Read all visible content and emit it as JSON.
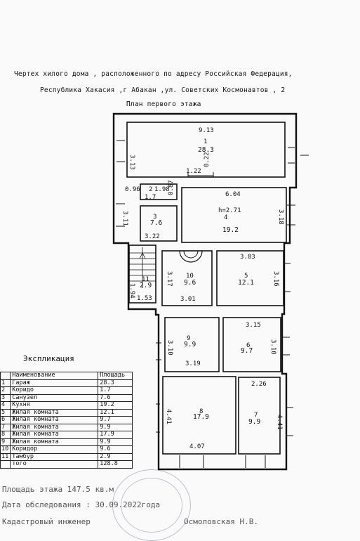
{
  "header": {
    "line1": "Чертех хилого дома , расположенного по адресу Российская Федерация,",
    "line2": "Республика Хакасия ,г Абакан ,ул. Советских Космонавтов , 2",
    "line3": "План первого этажа"
  },
  "rooms": {
    "garage": {
      "num": "1",
      "area": "28.3",
      "w": "9.13",
      "h": "3.13"
    },
    "door": {
      "w": "1.22",
      "h": "0.22"
    },
    "corridor": {
      "num": "2",
      "area": "1.7",
      "w1": "0.96",
      "w2": "1.98",
      "h": "0.87"
    },
    "bath": {
      "num": "3",
      "area": "7.6",
      "w": "3.22",
      "h": "3.11"
    },
    "kitchen": {
      "num": "4",
      "area": "19.2",
      "w": "6.04",
      "h": "3.18",
      "height": "h=2.71"
    },
    "living5": {
      "num": "5",
      "area": "12.1",
      "w": "3.83",
      "h": "3.16"
    },
    "living6": {
      "num": "6",
      "area": "9.7",
      "w": "3.15",
      "h": "3.10"
    },
    "living7": {
      "num": "7",
      "area": "9.9",
      "w": "2.26",
      "h": "4.41"
    },
    "living8": {
      "num": "8",
      "area": "17.9",
      "w": "4.07",
      "h": "4.41"
    },
    "living9": {
      "num": "9",
      "area": "9.9",
      "w": "3.19",
      "h": "3.10"
    },
    "corridor10": {
      "num": "10",
      "area": "9.6",
      "w": "3.01",
      "h": "3.17"
    },
    "vestibule": {
      "num": "11",
      "area": "2.9",
      "w": "1.53",
      "h": "1.94"
    }
  },
  "explication": {
    "title": "Экспликация",
    "col_name": "Наименование",
    "col_area": "Площадь",
    "rows": [
      {
        "n": "1",
        "name": "Гараж",
        "area": "28.3"
      },
      {
        "n": "2",
        "name": "Коридо",
        "area": "1.7"
      },
      {
        "n": "3",
        "name": "Санузел",
        "area": "7.6"
      },
      {
        "n": "4",
        "name": "Кухня",
        "area": "19.2"
      },
      {
        "n": "5",
        "name": "Жилая комната",
        "area": "12.1"
      },
      {
        "n": "6",
        "name": "Жилая комната",
        "area": "9.7"
      },
      {
        "n": "7",
        "name": "Жилая комната",
        "area": "9.9"
      },
      {
        "n": "8",
        "name": "Жилая комната",
        "area": "17.9"
      },
      {
        "n": "9",
        "name": "Жилая комната",
        "area": "9.9"
      },
      {
        "n": "10",
        "name": "Коридор",
        "area": "9.6"
      },
      {
        "n": "11",
        "name": "Тамбур",
        "area": "2.9"
      }
    ],
    "total_label": "того",
    "total": "128.8"
  },
  "footer": {
    "floor_area": "Площадь этажа 147.5 кв.м",
    "survey_date": "Дата обследования : 30.09.2022года",
    "engineer_label": "Кадастровый инженер",
    "engineer_name": "Осмоловская Н.В."
  }
}
